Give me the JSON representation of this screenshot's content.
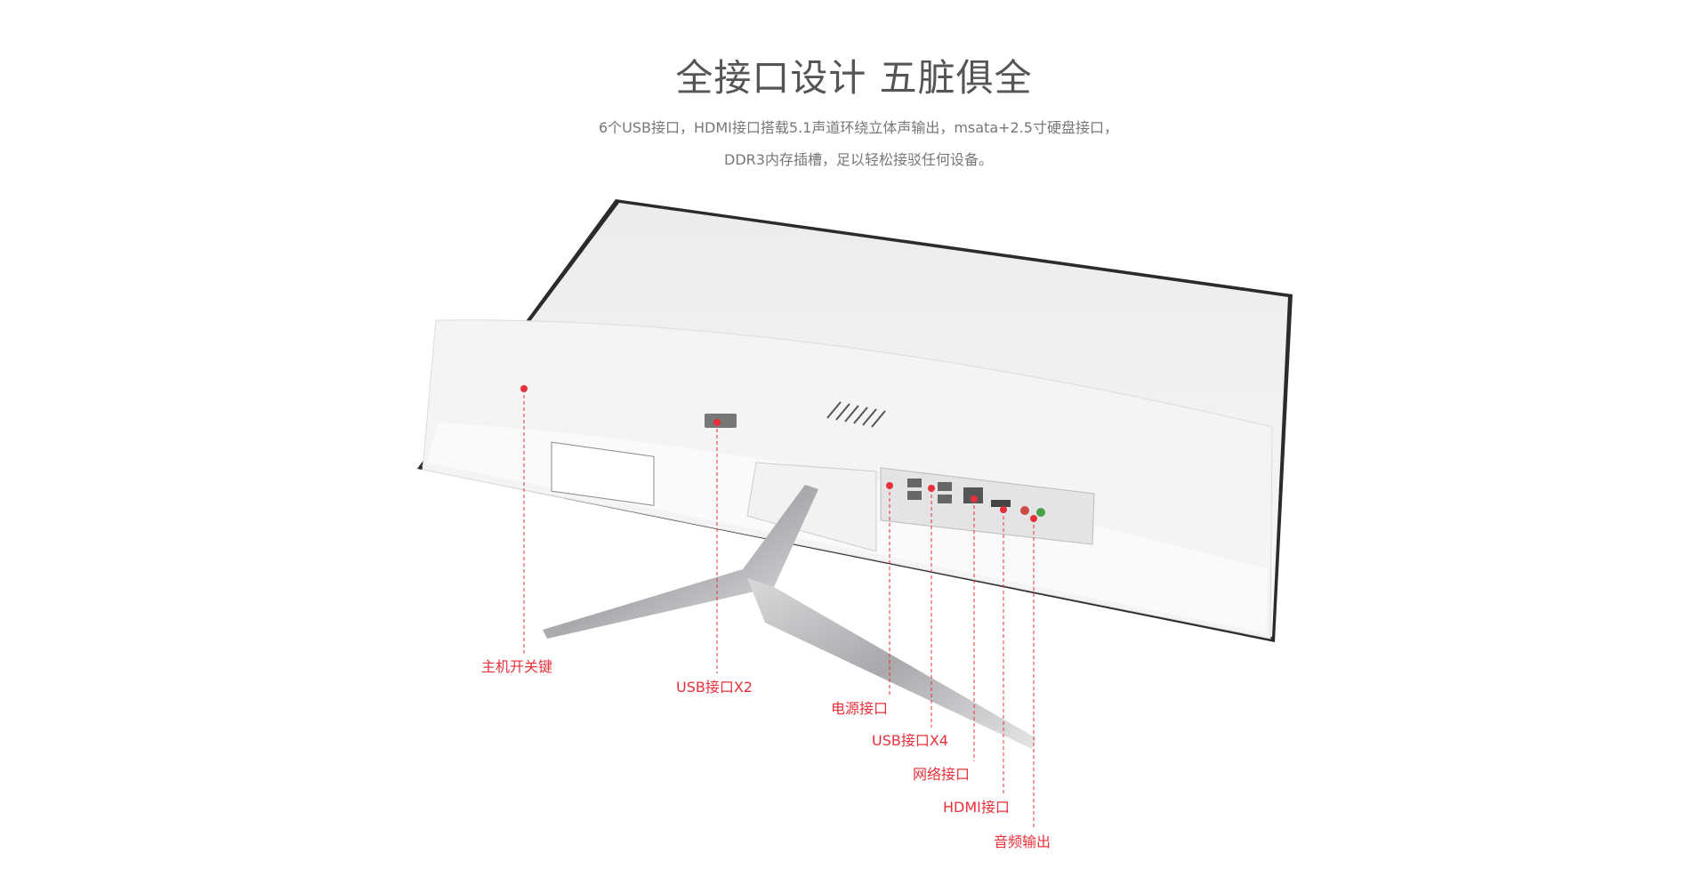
{
  "header": {
    "title": "全接口设计 五脏俱全",
    "description": "6个USB接口，HDMI接口搭载5.1声道环绕立体声输出，msata+2.5寸硬盘接口，DDR3内存插槽，足以轻松接驳任何设备。"
  },
  "callouts": [
    {
      "label": "主机开关键"
    },
    {
      "label": "USB接口X2"
    },
    {
      "label": "电源接口"
    },
    {
      "label": "USB接口X4"
    },
    {
      "label": "网络接口"
    },
    {
      "label": "HDMI接口"
    },
    {
      "label": "音频输出"
    }
  ],
  "colors": {
    "accent": "#e8303a",
    "title": "#555555",
    "text": "#777777"
  }
}
